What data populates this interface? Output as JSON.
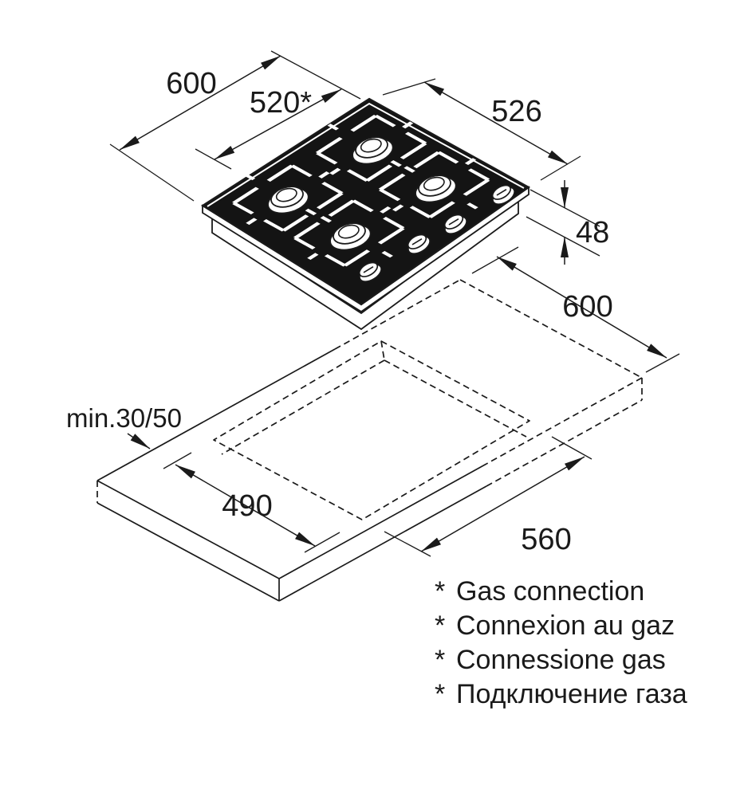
{
  "diagram": {
    "title_semantic": "gas-hob-installation-drawing",
    "colors": {
      "line": "#1a1a1a",
      "background": "#ffffff",
      "hob_top": "#141414",
      "accent_white": "#ffffff"
    },
    "dimensions": {
      "hob_width": "600",
      "gas_connection_offset": "520*",
      "hob_depth": "526",
      "hob_height": "48",
      "worktop_depth": "600",
      "cutout_depth": "490",
      "cutout_width": "560",
      "side_clearance": "min.30/50"
    },
    "footnotes": {
      "marker": "*",
      "items": [
        "Gas connection",
        "Connexion au gaz",
        "Connessione gas",
        "Подключение газа"
      ]
    }
  }
}
